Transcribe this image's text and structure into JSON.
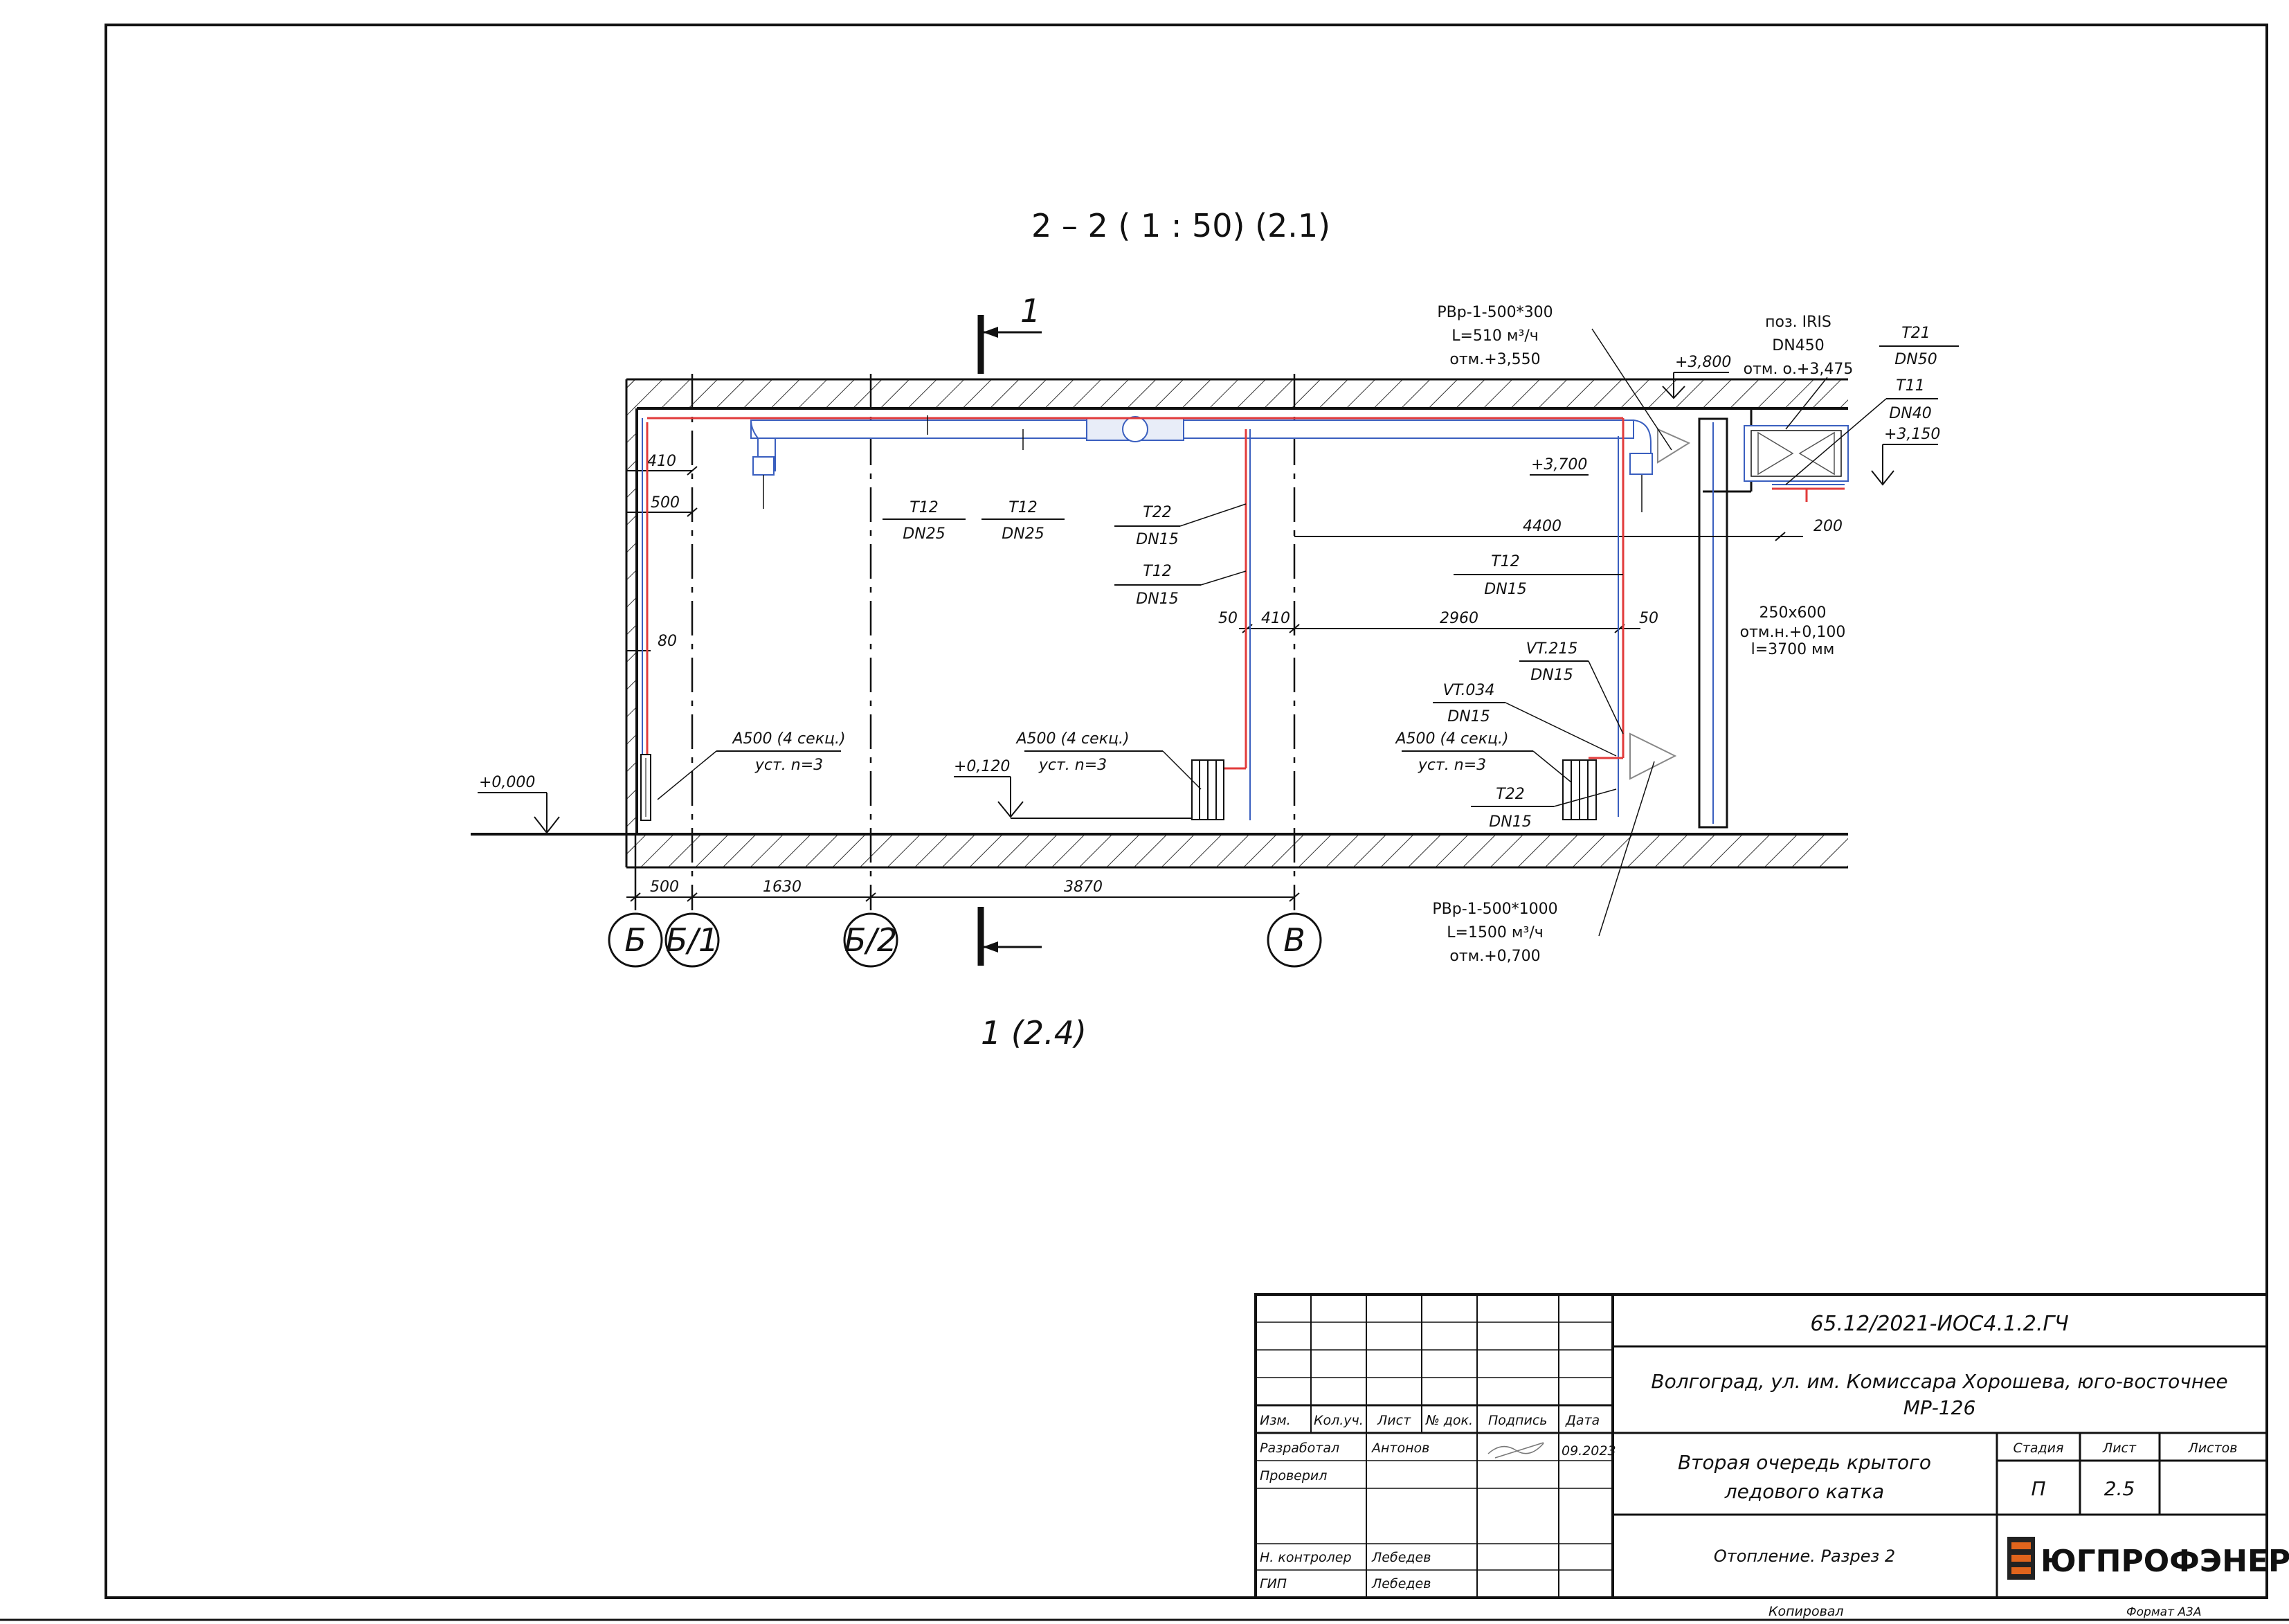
{
  "section": {
    "title": "2 – 2 ( 1 : 50) (2.1)",
    "subtitle": "1 (2.4)",
    "cut_mark_top": "1"
  },
  "axes": [
    "Б",
    "Б/1",
    "Б/2",
    "В"
  ],
  "dimensions": {
    "bottom": [
      "500",
      "1630",
      "3870"
    ],
    "left": [
      "410",
      "500",
      "80"
    ],
    "mid": [
      "50",
      "410",
      "2960",
      "50"
    ],
    "right": [
      "4400",
      "200"
    ]
  },
  "levels": {
    "floor": "+0,000",
    "radiator": "+0,120",
    "ceiling": "+3,800",
    "duct": "+3,700",
    "pipe": "+3,150"
  },
  "pipes": [
    {
      "name": "T12",
      "dn": "DN25"
    },
    {
      "name": "T12",
      "dn": "DN25"
    },
    {
      "name": "T22",
      "dn": "DN15"
    },
    {
      "name": "T12",
      "dn": "DN15"
    },
    {
      "name": "T12",
      "dn": "DN15"
    },
    {
      "name": "VT.215",
      "dn": "DN15"
    },
    {
      "name": "VT.034",
      "dn": "DN15"
    },
    {
      "name": "T22",
      "dn": "DN15"
    },
    {
      "name": "T21",
      "dn": "DN50"
    },
    {
      "name": "T11",
      "dn": "DN40"
    }
  ],
  "radiators": [
    {
      "model": "A500 (4 секц.)",
      "install": "уст. n=3"
    },
    {
      "model": "A500 (4 секц.)",
      "install": "уст. n=3"
    },
    {
      "model": "A500 (4 секц.)",
      "install": "уст. n=3"
    }
  ],
  "diffuser_top": [
    "РВр-1-500*300",
    "L=510 м³/ч",
    "отм.+3,550"
  ],
  "diffuser_bottom": [
    "РВр-1-500*1000",
    "L=1500 м³/ч",
    "отм.+0,700"
  ],
  "iris": [
    "поз. IRIS",
    "DN450",
    "отм. о.+3,475"
  ],
  "duct_vertical": [
    "250x600",
    "отм.н.+0,100",
    "l=3700 мм"
  ],
  "title_block": {
    "code": "65.12/2021-ИОС4.1.2.ГЧ",
    "address_line1": "Волгоград, ул. им. Комиссара Хорошева, юго-восточнее",
    "address_line2": "МР-126",
    "headers": [
      "Изм.",
      "Кол.уч.",
      "Лист",
      "№ док.",
      "Подпись",
      "Дата"
    ],
    "roles": [
      {
        "role": "Разработал",
        "name": "Антонов",
        "date": "09.2023"
      },
      {
        "role": "Проверил",
        "name": "",
        "date": ""
      },
      {
        "role": "",
        "name": "",
        "date": ""
      },
      {
        "role": "Н. контролер",
        "name": "Лебедев",
        "date": ""
      },
      {
        "role": "ГИП",
        "name": "Лебедев",
        "date": ""
      }
    ],
    "object_line1": "Вторая очередь крытого",
    "object_line2": "ледового катка",
    "stage_label": "Стадия",
    "sheet_label": "Лист",
    "sheets_label": "Листов",
    "stage": "П",
    "sheet": "2.5",
    "sheets": "",
    "sheet_title": "Отопление. Разрез 2",
    "company": "ЮГПРОФЭНЕРГО",
    "copied": "Копировал",
    "format": "Формат А3А"
  }
}
